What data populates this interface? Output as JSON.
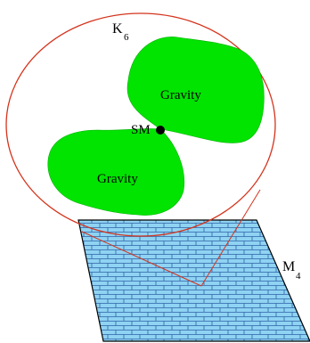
{
  "diagram": {
    "manifold_k": {
      "base": "K",
      "subscript": "6"
    },
    "manifold_m": {
      "base": "M",
      "subscript": "4"
    },
    "gravity_label_upper": "Gravity",
    "gravity_label_lower": "Gravity",
    "sm_label": "SM"
  },
  "colors": {
    "ellipse_stroke": "#d4331c",
    "gravity_fill": "#00e400",
    "brane_fill": "#8fd3f2",
    "brane_line": "#2f62a8",
    "outline": "#000000"
  }
}
